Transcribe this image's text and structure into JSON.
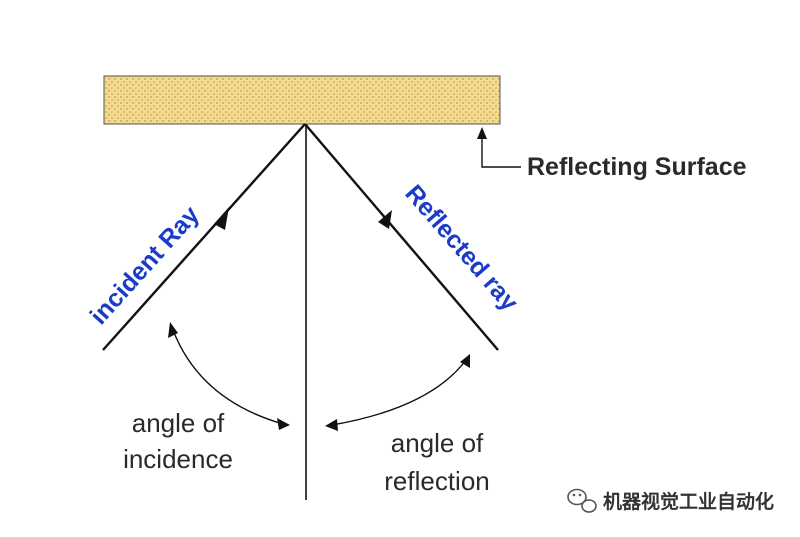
{
  "labels": {
    "surface": "Reflecting Surface",
    "incident_ray": "incident Ray",
    "reflected_ray": "Reflected ray",
    "angle_incidence_line1": "angle of",
    "angle_incidence_line2": "incidence",
    "angle_reflection_line1": "angle of",
    "angle_reflection_line2": "reflection"
  },
  "watermark": {
    "text": "机器视觉工业自动化",
    "icon": "wechat-icon"
  },
  "colors": {
    "surface_fill": "#f3dc92",
    "surface_texture": "#d3b25c",
    "ray": "#111111",
    "ray_label": "#1b3cc9",
    "text": "#2a2a2a",
    "watermark": "#333333"
  }
}
